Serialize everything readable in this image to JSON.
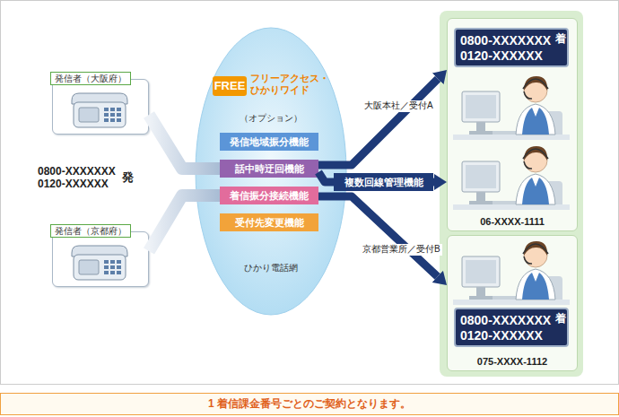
{
  "diagram": {
    "caption": "1 着信課金番号ごとのご契約となります。",
    "nodes": [
      {
        "text": [
          "発信者（大阪府）"
        ]
      },
      {
        "text": [
          "発信者（京都府）"
        ]
      },
      {
        "text": [
          "FREE",
          "フリーアクセス・ひかりワイド",
          "（オプション）",
          "ひかり電話網"
        ]
      },
      {
        "text": [
          "発信地域振分機能"
        ],
        "in": 2
      },
      {
        "text": [
          "話中時迂回機能"
        ],
        "in": 2
      },
      {
        "text": [
          "着信振分接続機能"
        ],
        "in": 2
      },
      {
        "text": [
          "受付先変更機能"
        ],
        "in": 2
      },
      {
        "text": [
          "複数回線管理機能"
        ]
      },
      {
        "text": [
          "06-XXXX-1111"
        ]
      },
      {
        "text": [
          "0800-XXXXXXX 0120-XXXXXX",
          "着"
        ],
        "in": 8
      },
      {
        "text": [
          "075-XXXX-1112"
        ]
      },
      {
        "text": [
          "0800-XXXXXXX 0120-XXXXXX",
          "着"
        ],
        "in": 10
      }
    ],
    "edges": [
      {
        "from": 0,
        "to": 4,
        "arrow": "none"
      },
      {
        "from": 1,
        "to": 5,
        "arrow": "none"
      },
      {
        "from": 4,
        "to": 8,
        "arrow": "to",
        "label": "大阪本社／受付A"
      },
      {
        "from": 4,
        "to": 7,
        "arrow": "none"
      },
      {
        "from": 7,
        "to": 8,
        "arrow": "to"
      },
      {
        "from": 5,
        "to": 10,
        "arrow": "to",
        "label": "京都営業所／受付B"
      }
    ],
    "labels": [
      "0800-XXXXXXX 0120-XXXXXX",
      "発"
    ]
  }
}
